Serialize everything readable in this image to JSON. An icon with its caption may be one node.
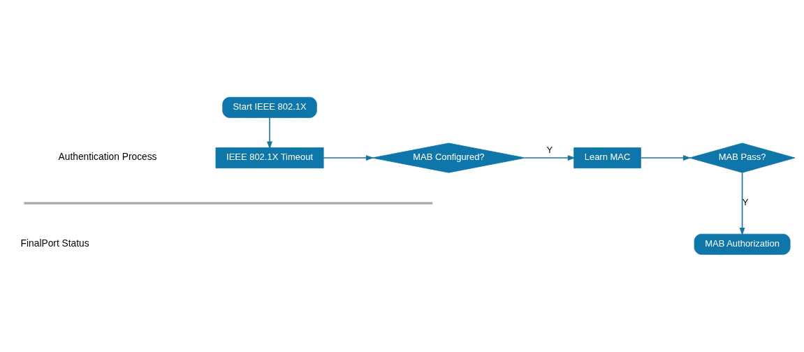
{
  "diagram": {
    "nodes": [
      {
        "text": [
          "Start IEEE 802.1X"
        ]
      },
      {
        "text": [
          "IEEE 802.1X Timeout"
        ]
      },
      {
        "text": [
          "MAB Configured?"
        ]
      },
      {
        "text": [
          "Learn MAC"
        ]
      },
      {
        "text": [
          "MAB Pass?"
        ]
      },
      {
        "text": [
          "MAB Authorization"
        ]
      }
    ],
    "edges": [
      {
        "from": 0,
        "to": 1,
        "arrow": "to"
      },
      {
        "from": 1,
        "to": 2,
        "arrow": "to"
      },
      {
        "from": 2,
        "to": 3,
        "arrow": "to",
        "label": "Y"
      },
      {
        "from": 3,
        "to": 4,
        "arrow": "to"
      },
      {
        "from": 4,
        "to": 5,
        "arrow": "to",
        "label": "Y"
      }
    ],
    "labels": [
      "Authentication Process",
      "FinalPort Status"
    ]
  }
}
